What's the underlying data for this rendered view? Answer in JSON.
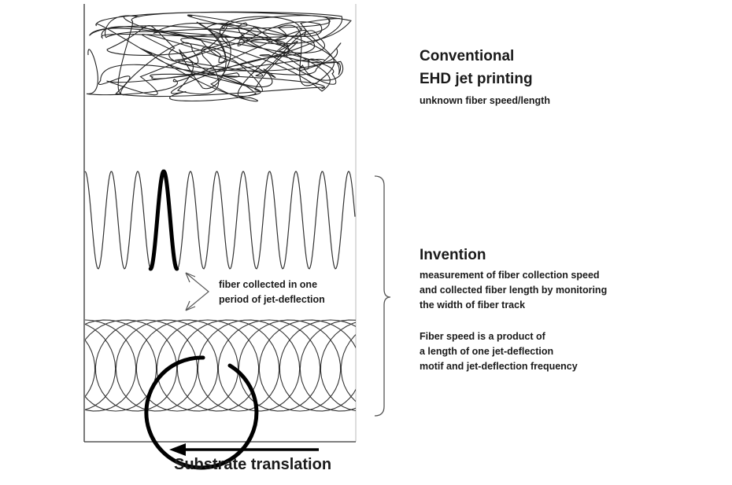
{
  "conventional": {
    "title_line1": "Conventional",
    "title_line2": "EHD jet printing",
    "subtitle": "unknown fiber speed/length"
  },
  "invention": {
    "title": "Invention",
    "desc_lines": [
      "measurement of fiber collection speed",
      "and collected fiber length by monitoring",
      "the width of fiber track"
    ],
    "speed_lines": [
      "Fiber speed is a product of",
      "a length of one jet-deflection",
      "motif and jet-deflection frequency"
    ]
  },
  "annotation": {
    "lines": [
      "fiber collected in one",
      "period of jet-deflection"
    ]
  },
  "footer": {
    "substrate_label": "Substrate translation"
  }
}
